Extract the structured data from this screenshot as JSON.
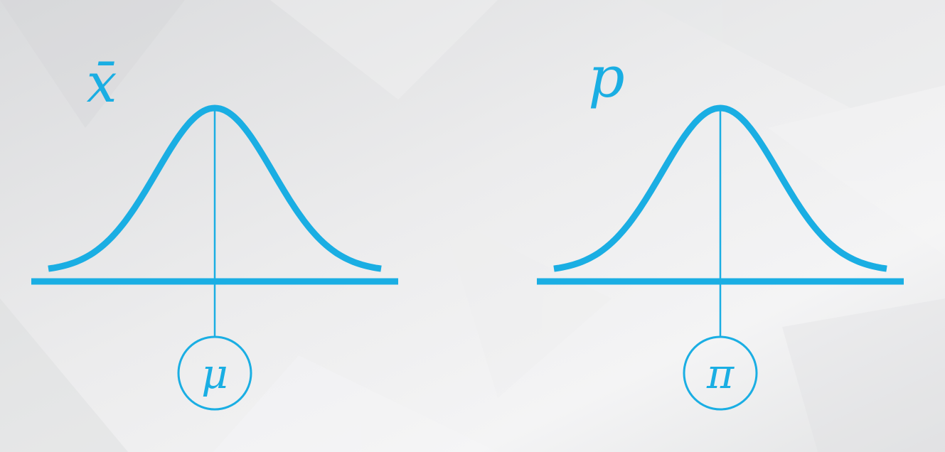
{
  "theme": {
    "accent": "#1aaee3",
    "background_light": "#f5f5f6",
    "background_dark": "#dcdddf"
  },
  "diagrams": [
    {
      "statistic_label": "x̄",
      "parameter_label": "μ"
    },
    {
      "statistic_label": "p",
      "parameter_label": "π"
    }
  ]
}
